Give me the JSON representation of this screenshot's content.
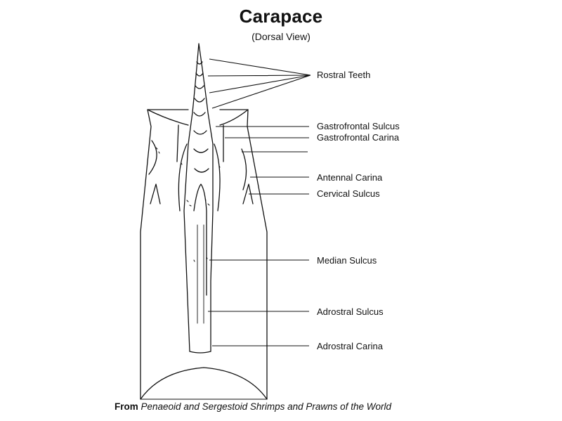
{
  "title": "Carapace",
  "subtitle": "(Dorsal View)",
  "labels": {
    "rostral_teeth": "Rostral Teeth",
    "gastrofrontal_sulcus": "Gastrofrontal Sulcus",
    "gastrofrontal_carina": "Gastrofrontal Carina",
    "antennal_carina": "Antennal Carina",
    "cervical_sulcus": "Cervical Sulcus",
    "median_sulcus": "Median Sulcus",
    "adrostral_sulcus": "Adrostral Sulcus",
    "adrostral_carina": "Adrostral Carina"
  },
  "source": {
    "lead": "From",
    "work": "Penaeoid and Sergestoid Shrimps and Prawns of the World"
  }
}
